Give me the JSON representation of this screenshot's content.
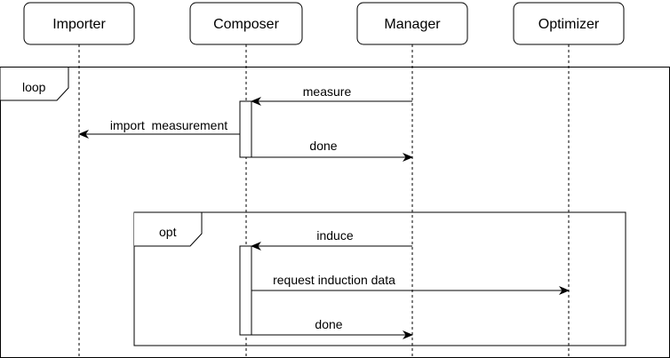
{
  "participants": [
    {
      "label": "Importer"
    },
    {
      "label": "Composer"
    },
    {
      "label": "Manager"
    },
    {
      "label": "Optimizer"
    }
  ],
  "frames": {
    "loop": {
      "label": "loop"
    },
    "opt": {
      "label": "opt"
    }
  },
  "messages": [
    {
      "label": "measure"
    },
    {
      "label": "import  measurement"
    },
    {
      "label": "done"
    },
    {
      "label": "induce"
    },
    {
      "label": "request induction data"
    },
    {
      "label": "done"
    }
  ]
}
